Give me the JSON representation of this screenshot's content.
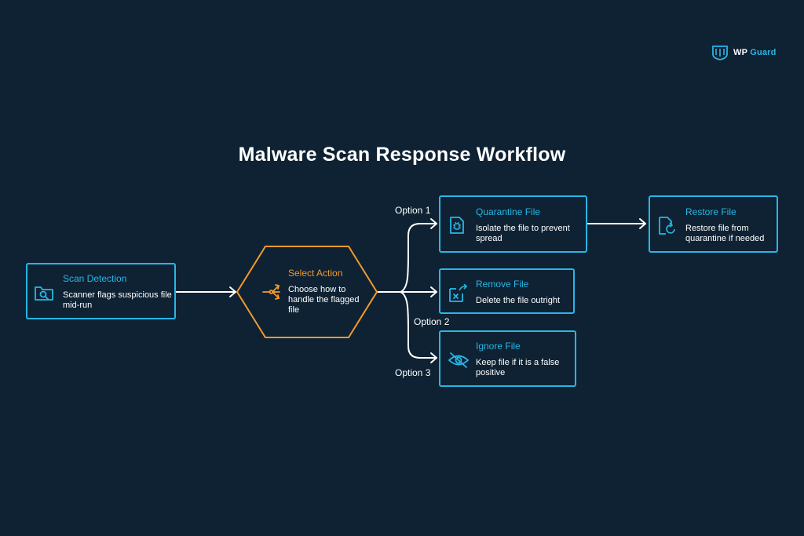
{
  "brand": {
    "name_main": "WP",
    "name_accent": "Guard"
  },
  "title": "Malware Scan Response Workflow",
  "colors": {
    "background": "#0e2233",
    "accent_blue": "#29b6e6",
    "accent_orange": "#f39a2c",
    "line": "#ffffff"
  },
  "nodes": {
    "scan": {
      "title": "Scan Detection",
      "desc": "Scanner flags suspicious file mid-run",
      "icon": "folder-search-icon"
    },
    "select": {
      "title": "Select Action",
      "desc": "Choose how to handle the flagged file",
      "icon": "branch-icon"
    },
    "quarantine": {
      "title": "Quarantine File",
      "desc": "Isolate the file to prevent spread",
      "icon": "bug-file-icon"
    },
    "remove": {
      "title": "Remove File",
      "desc": "Delete the file outright",
      "icon": "delete-file-icon"
    },
    "ignore": {
      "title": "Ignore File",
      "desc": "Keep file if it is a false positive",
      "icon": "eye-off-icon"
    },
    "restore": {
      "title": "Restore File",
      "desc": "Restore file from quarantine if needed",
      "icon": "restore-file-icon"
    }
  },
  "options": {
    "opt1": "Option 1",
    "opt2": "Option 2",
    "opt3": "Option 3"
  }
}
